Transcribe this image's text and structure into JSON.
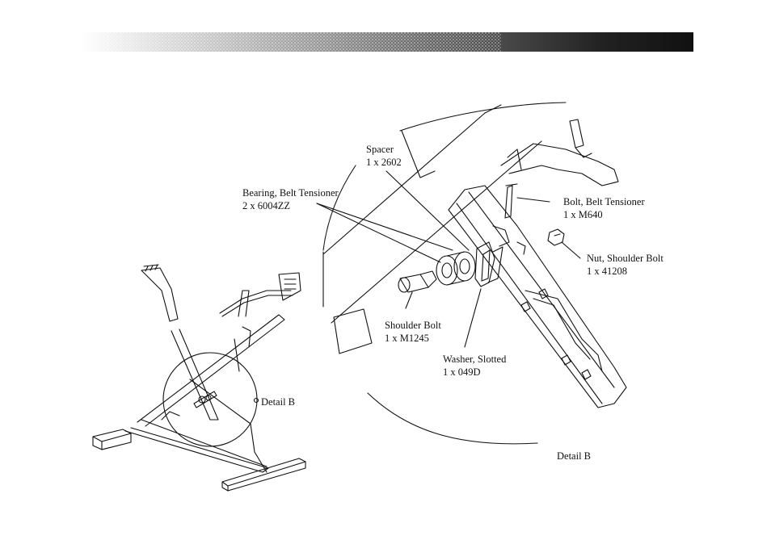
{
  "labels": {
    "spacer": {
      "name": "Spacer",
      "qty": "1 x 2602"
    },
    "bearing": {
      "name": "Bearing, Belt Tensioner",
      "qty": "2 x 6004ZZ"
    },
    "bolt_tensioner": {
      "name": "Bolt, Belt Tensioner",
      "qty": "1 x M640"
    },
    "nut": {
      "name": "Nut, Shoulder Bolt",
      "qty": "1 x 41208"
    },
    "shoulder_bolt": {
      "name": "Shoulder Bolt",
      "qty": "1 x M1245"
    },
    "washer": {
      "name": "Washer, Slotted",
      "qty": "1 x 049D"
    },
    "detail_callout": "Detail B",
    "detail_caption": "Detail B"
  },
  "colors": {
    "ink": "#111111",
    "header_dark": "#111111"
  }
}
